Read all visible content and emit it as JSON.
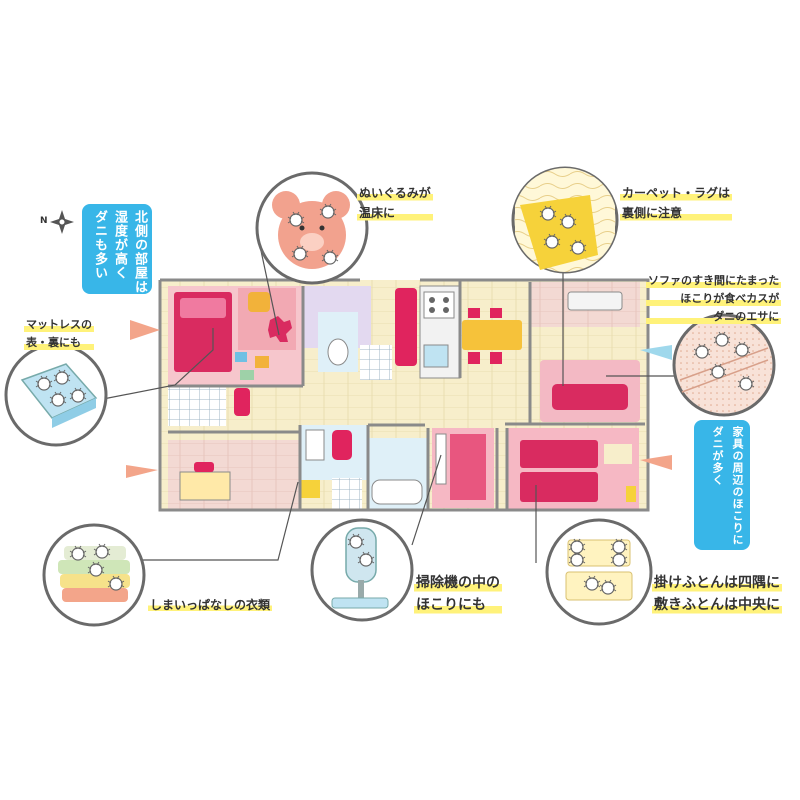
{
  "callouts": {
    "plush": [
      "ぬいぐるみが",
      "温床に"
    ],
    "carpet": [
      "カーペット・ラグは",
      "裏側に注意"
    ],
    "sofa": [
      "ソファのすき間にたまった",
      "ほこりが食べカスが",
      "ダニのエサに"
    ],
    "mattress": [
      "マットレスの",
      "表・裏にも"
    ],
    "clothes": "しまいっぱなしの衣類",
    "vacuum": [
      "掃除機の中の",
      "ほこりにも"
    ],
    "futon": [
      "掛けふとんは四隅に",
      "敷きふとんは中央に"
    ],
    "north_room": [
      "北側の部屋は",
      "湿度が高く",
      "ダニも多い"
    ],
    "furniture": [
      "家具の周辺のほこりに",
      "ダニが多く"
    ]
  },
  "compass": {
    "label": "N"
  },
  "colors": {
    "wall": "#8a8a8a",
    "floor_wood": "#f7eecb",
    "floor_tile": "#e8f1f6",
    "living_pink": "#f6c6cc",
    "red_furniture": "#e0245e",
    "blue_callout": "#38b6e8",
    "highlight": "#fff27a",
    "circle_stroke": "#6a6a6a"
  },
  "icons": [
    "compass-icon",
    "bear-icon",
    "carpet-icon",
    "sofa-dust-icon",
    "mattress-icon",
    "clothes-stack-icon",
    "vacuum-icon",
    "futon-icon",
    "window-air-icon"
  ]
}
